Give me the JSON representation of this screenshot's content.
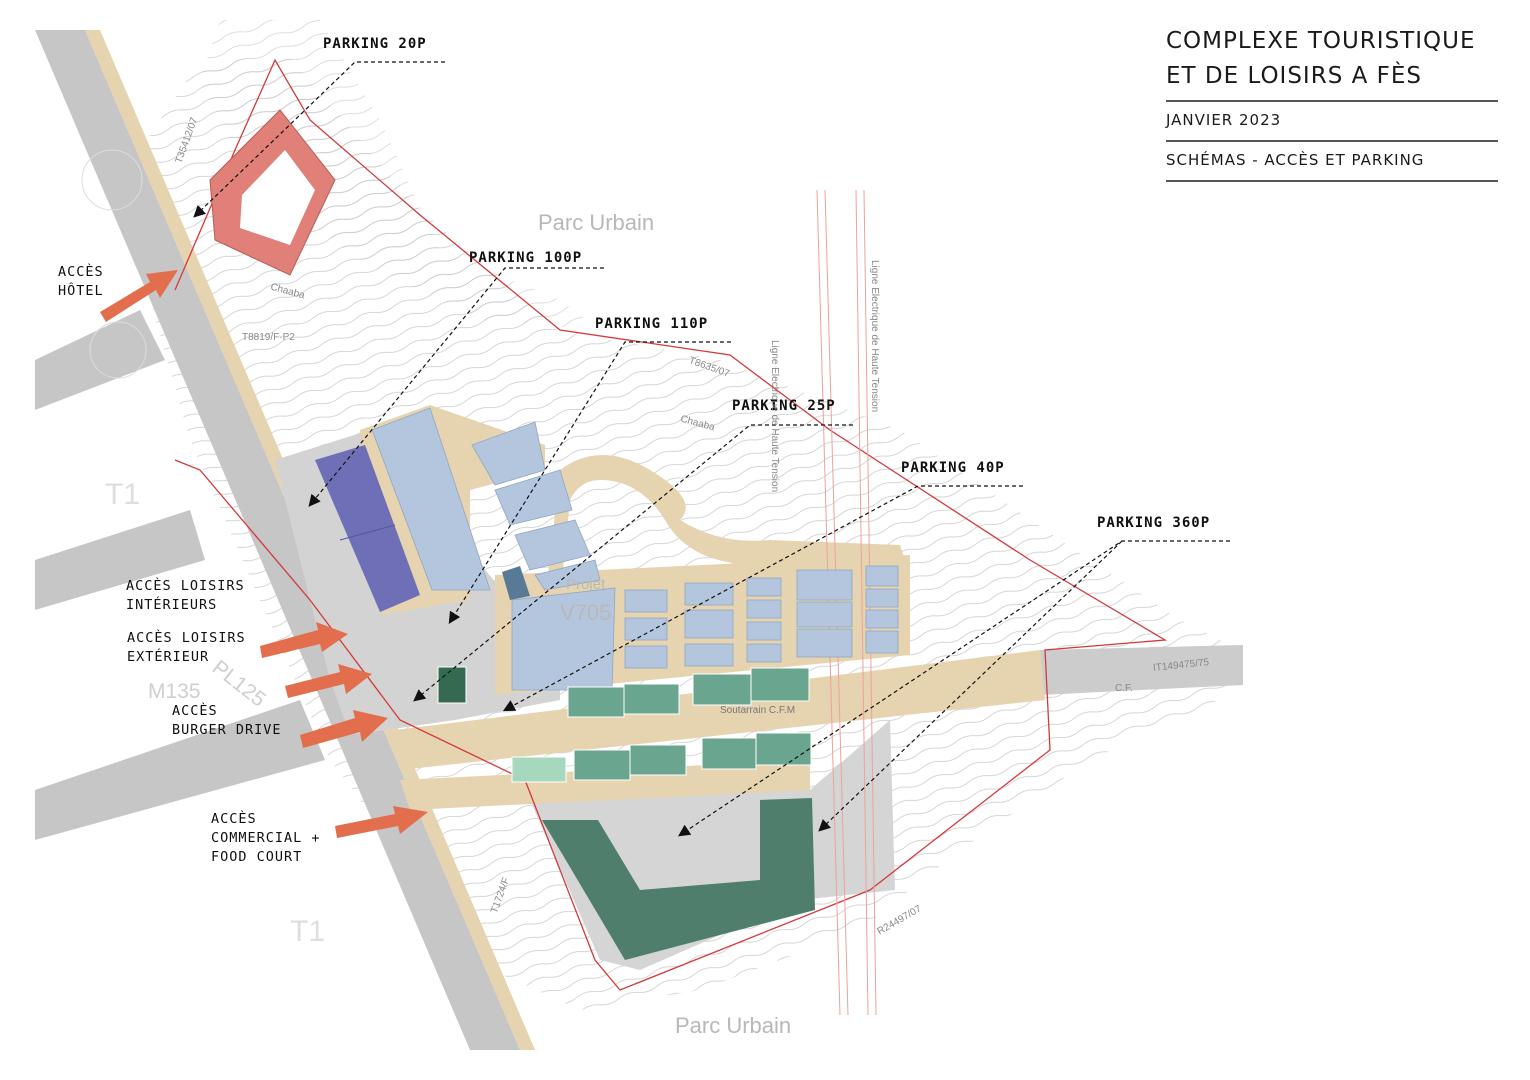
{
  "title": {
    "line1": "COMPLEXE TOURISTIQUE",
    "line2": "ET DE LOISIRS A FÈS",
    "date": "JANVIER 2023",
    "subject": "SCHÉMAS - ACCÈS ET PARKING"
  },
  "parking_labels": {
    "p20": "PARKING 20P",
    "p100": "PARKING 100P",
    "p110": "PARKING 110P",
    "p25": "PARKING 25P",
    "p40": "PARKING 40P",
    "p360": "PARKING 360P"
  },
  "access_labels": {
    "hotel_1": "ACCÈS",
    "hotel_2": "HÔTEL",
    "loisirs_int_1": "ACCÈS LOISIRS",
    "loisirs_int_2": "INTÉRIEURS",
    "loisirs_ext_1": "ACCÈS LOISIRS",
    "loisirs_ext_2": "EXTÉRIEUR",
    "burger_1": "ACCÈS",
    "burger_2": "BURGER DRIVE",
    "commercial_1": "ACCÈS",
    "commercial_2": "COMMERCIAL +",
    "commercial_3": "FOOD COURT"
  },
  "map_labels": {
    "parc_top": "Parc Urbain",
    "parc_bottom": "Parc Urbain",
    "projet": "Projet",
    "v705": "V705",
    "soutarrain": "Soutarrain C.F.M",
    "t1_left": "T1",
    "t1_bottom": "T1",
    "m135": "M135",
    "pl125": "PL125",
    "ligne1": "Ligne Electrique de Haute Tension",
    "ligne2": "Ligne Electrique de Haute Tension",
    "chaaba1": "Chaaba",
    "chaaba2": "Chaaba",
    "ref1": "T8635/07",
    "ref2": "T35412/07",
    "ref3": "T1724/F",
    "ref4": "R24497/07",
    "ref5": "T8819/F-P2",
    "ref6": "IT149475/75",
    "ref7": "C.F."
  },
  "colors": {
    "road": "#c8c8c8",
    "path": "#e6d3b0",
    "building_blue": "#b3c6de",
    "building_purple": "#6f6fb8",
    "building_green": "#4f7f6c",
    "building_teal": "#6aa58f",
    "building_light_green": "#a6d8bd",
    "hotel": "#e08078",
    "arrow": "#e36e4d",
    "boundary": "#d23a3a"
  }
}
